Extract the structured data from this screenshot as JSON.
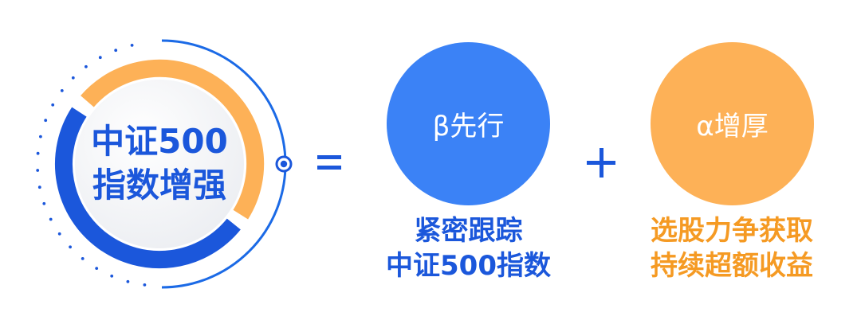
{
  "colors": {
    "primary_blue": "#1b57db",
    "bubble_blue": "#3b82f6",
    "bubble_orange": "#fdb157",
    "caption_orange": "#f59a23",
    "ring_orange": "#fdb157",
    "disc_gray": "#f2f3f6"
  },
  "left_badge": {
    "line1": "中证500",
    "line2": "指数增强"
  },
  "operators": {
    "equals": "=",
    "plus": "+"
  },
  "beta_block": {
    "bubble_label": "β先行",
    "caption_line1": "紧密跟踪",
    "caption_line2": "中证500指数"
  },
  "alpha_block": {
    "bubble_label": "α增厚",
    "caption_line1": "选股力争获取",
    "caption_line2": "持续超额收益"
  }
}
